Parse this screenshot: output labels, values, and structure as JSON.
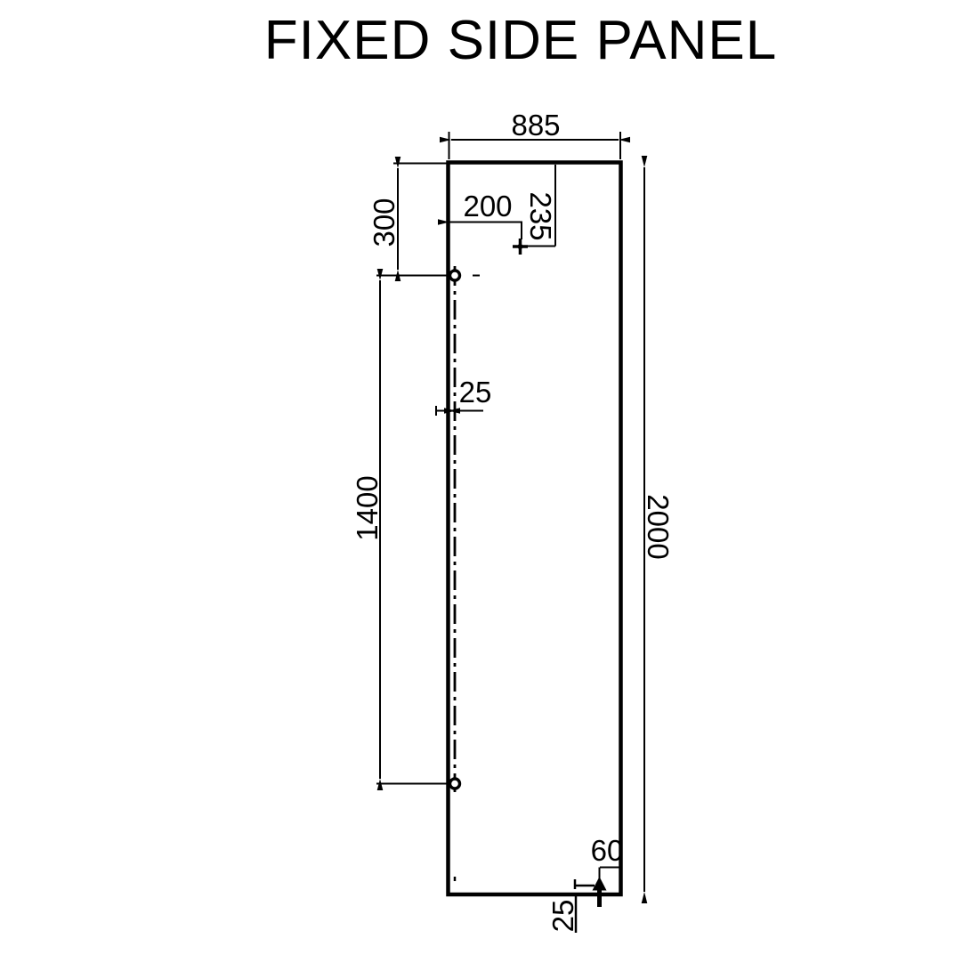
{
  "title": "FIXED SIDE PANEL",
  "dimensions": {
    "panel_width": "885",
    "panel_height": "2000",
    "top_edge_to_hole": "300",
    "hole_spacing": "1400",
    "point_from_edge": "200",
    "point_from_top": "235",
    "hole_centerline_offset": "25",
    "fixing_from_edge": "60",
    "fixing_from_bottom": "25"
  }
}
